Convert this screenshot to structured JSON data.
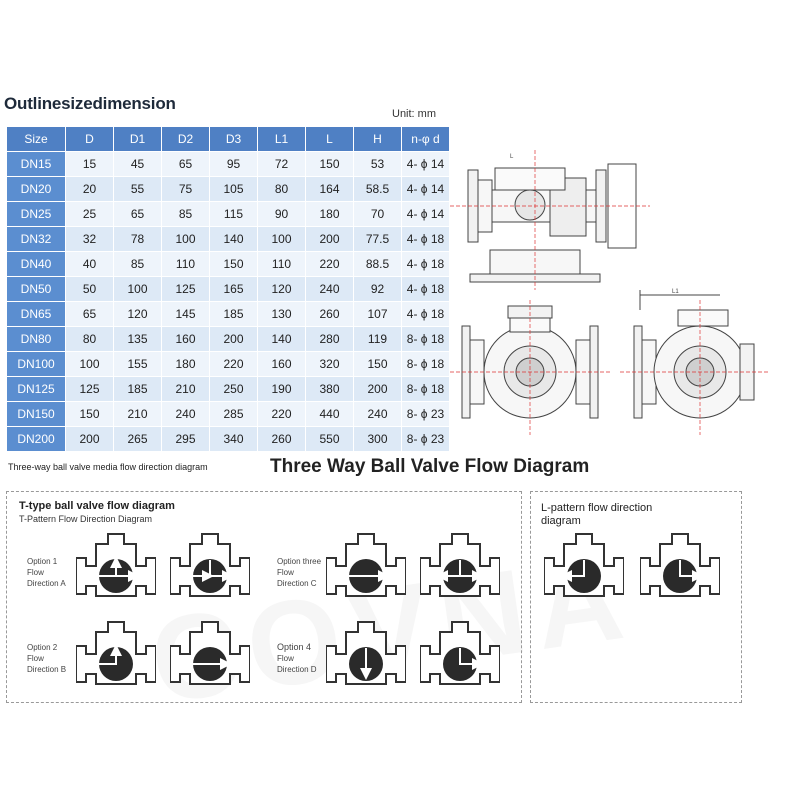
{
  "heading": "Outlinesizedimension",
  "unit": "Unit: mm",
  "table": {
    "columns": [
      "Size",
      "D",
      "D1",
      "D2",
      "D3",
      "L1",
      "L",
      "H",
      "n-φ d"
    ],
    "rows": [
      [
        "DN15",
        "15",
        "45",
        "65",
        "95",
        "72",
        "150",
        "53",
        "4- ϕ 14"
      ],
      [
        "DN20",
        "20",
        "55",
        "75",
        "105",
        "80",
        "164",
        "58.5",
        "4- ϕ 14"
      ],
      [
        "DN25",
        "25",
        "65",
        "85",
        "115",
        "90",
        "180",
        "70",
        "4- ϕ 14"
      ],
      [
        "DN32",
        "32",
        "78",
        "100",
        "140",
        "100",
        "200",
        "77.5",
        "4- ϕ 18"
      ],
      [
        "DN40",
        "40",
        "85",
        "110",
        "150",
        "110",
        "220",
        "88.5",
        "4- ϕ 18"
      ],
      [
        "DN50",
        "50",
        "100",
        "125",
        "165",
        "120",
        "240",
        "92",
        "4- ϕ 18"
      ],
      [
        "DN65",
        "65",
        "120",
        "145",
        "185",
        "130",
        "260",
        "107",
        "4- ϕ 18"
      ],
      [
        "DN80",
        "80",
        "135",
        "160",
        "200",
        "140",
        "280",
        "119",
        "8- ϕ 18"
      ],
      [
        "DN100",
        "100",
        "155",
        "180",
        "220",
        "160",
        "320",
        "150",
        "8- ϕ 18"
      ],
      [
        "DN125",
        "125",
        "185",
        "210",
        "250",
        "190",
        "380",
        "200",
        "8- ϕ 18"
      ],
      [
        "DN150",
        "150",
        "210",
        "240",
        "285",
        "220",
        "440",
        "240",
        "8- ϕ 23"
      ],
      [
        "DN200",
        "200",
        "265",
        "295",
        "340",
        "260",
        "550",
        "300",
        "8- ϕ 23"
      ]
    ]
  },
  "flow": {
    "caption_small": "Three-way ball valve media flow direction diagram",
    "title": "Three Way Ball Valve  Flow Diagram",
    "t_box": {
      "title": "T-type ball valve flow diagram",
      "subtitle": "T-Pattern Flow Direction Diagram",
      "options": [
        {
          "option": "Option 1",
          "flow": "Flow",
          "direction": "Direction A"
        },
        {
          "option": "Option 2",
          "flow": "Flow",
          "direction": "Direction B"
        },
        {
          "option": "Option three",
          "flow": "Flow",
          "direction": "Direction C"
        },
        {
          "option": "Option 4",
          "flow": "Flow",
          "direction": "Direction D"
        }
      ]
    },
    "l_box": {
      "title": "L-pattern flow direction",
      "title2": "diagram"
    }
  },
  "drawing_labels": {
    "l1": "L1",
    "l": "L"
  },
  "watermark": "COVNA",
  "colors": {
    "header_blue": "#4f80c4",
    "row_blue": "#5b8ed0",
    "cell_light": "#eef4fb",
    "cell_alt": "#dde9f6"
  }
}
